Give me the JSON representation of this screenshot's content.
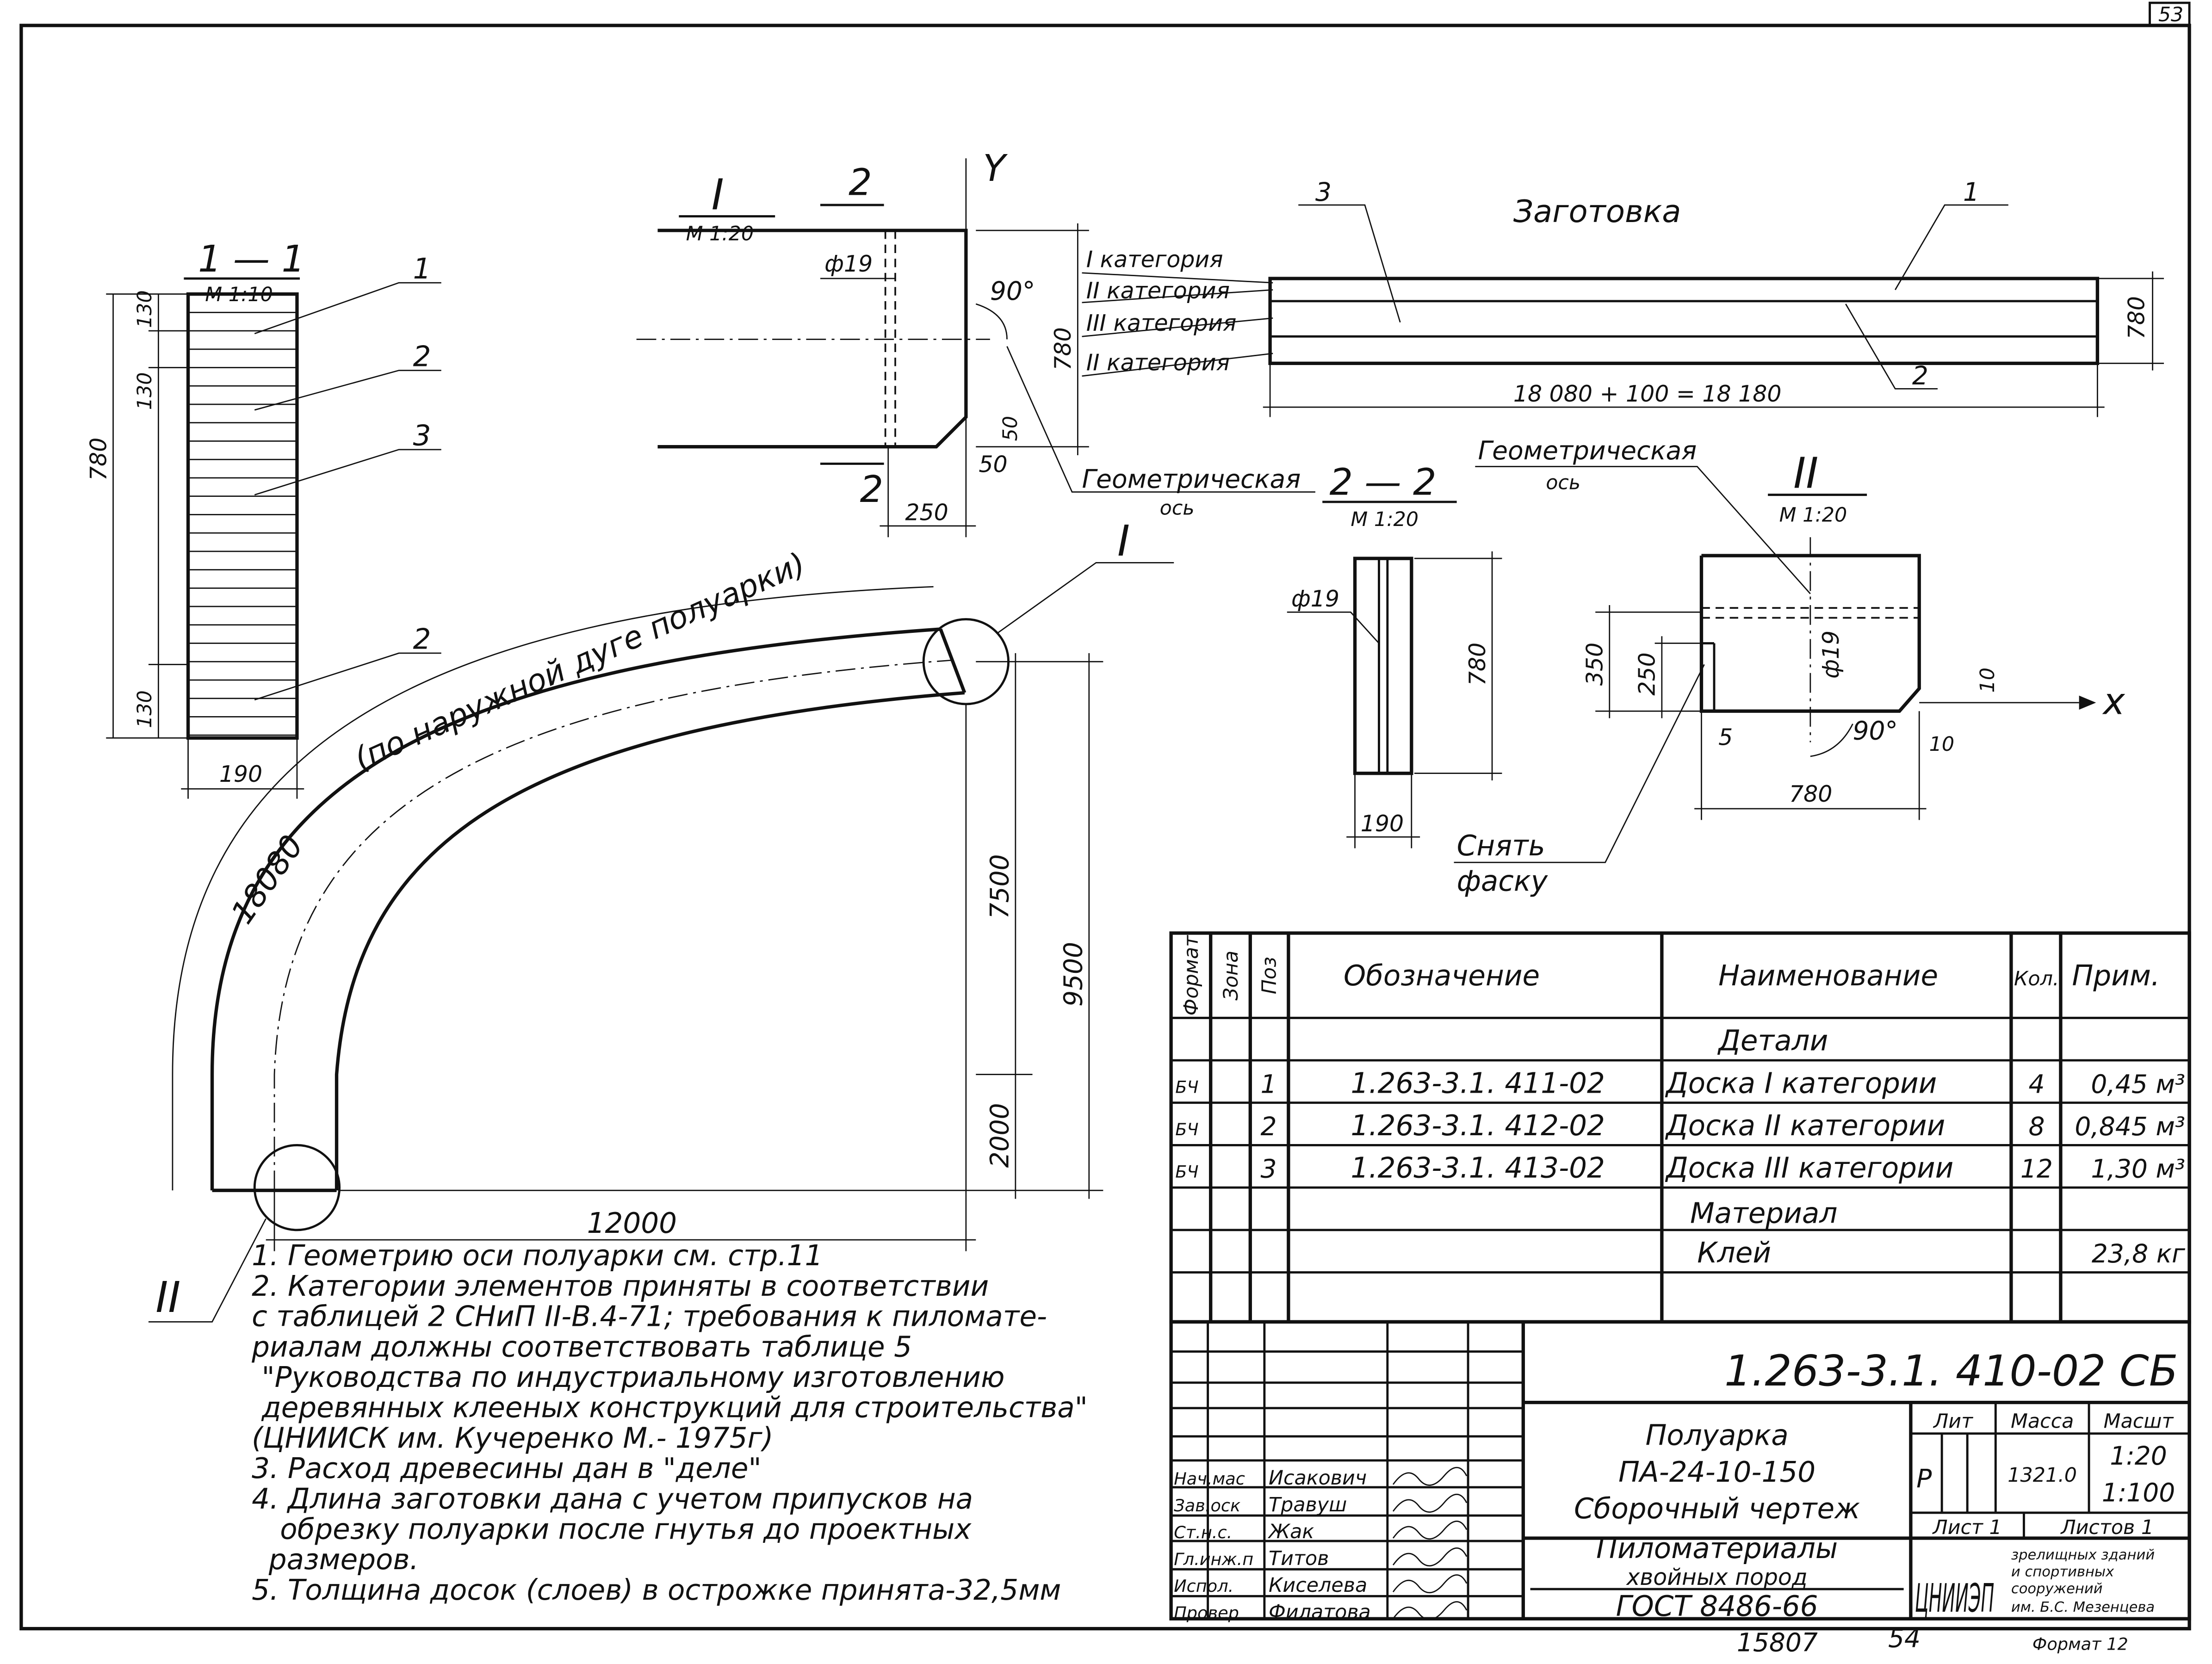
{
  "sheet_number": "53",
  "section_1_1": {
    "title": "1 — 1",
    "scale": "М 1:10",
    "height": "780",
    "top_layer": "130",
    "second_layer": "130",
    "bottom_layer": "130",
    "width": "190",
    "leaders": [
      "1",
      "2",
      "3",
      "2"
    ]
  },
  "view_I": {
    "title": "I",
    "scale": "М 1:20",
    "cut_top": "2",
    "cut_bottom": "2",
    "hole": "ф19",
    "angle": "90°",
    "height": "780",
    "chamfer_v": "50",
    "chamfer_h": "50",
    "width": "250",
    "axis": "Y"
  },
  "blank": {
    "title": "Заготовка",
    "leader_3": "3",
    "leader_1": "1",
    "leader_2": "2",
    "categories": [
      "I категория",
      "II категория",
      "III категория",
      "II категория"
    ],
    "height": "780",
    "length": "18 080 + 100 = 18 180"
  },
  "geom_axis_1": {
    "line1": "Геометрическая",
    "line2": "ось"
  },
  "geom_axis_2": {
    "line1": "Геометрическая",
    "line2": "ось"
  },
  "section_2_2": {
    "title": "2 — 2",
    "scale": "М 1:20",
    "hole": "ф19",
    "height": "780",
    "width": "190"
  },
  "view_II": {
    "title": "II",
    "scale": "М 1:20",
    "dim_350": "350",
    "dim_250": "250",
    "hole": "ф19",
    "dim_5": "5",
    "angle": "90°",
    "dim_10a": "10",
    "dim_10b": "10",
    "width": "780",
    "axis": "x"
  },
  "chamfer_note": {
    "line1": "Снять",
    "line2": "фаску"
  },
  "arch": {
    "arc_length": "18080",
    "arc_note": "(по наружной дуге полуарки)",
    "dim_7500": "7500",
    "dim_9500": "9500",
    "dim_2000": "2000",
    "span": "12000",
    "callout_I": "I",
    "callout_II": "II"
  },
  "notes": [
    "1. Геометрию оси полуарки см. стр.11",
    "2. Категории элементов приняты в соответствии",
    "с таблицей 2 СНиП II-В.4-71; требования к пиломате-",
    "риалам должны соответствовать таблице 5",
    "\"Руководства по индустриальному изготовлению",
    "деревянных клееных конструкций для строительства\"",
    "(ЦНИИСК им. Кучеренко М.- 1975г)",
    "3. Расход древесины дан в \"деле\"",
    "4. Длина заготовки дана с учетом припусков на",
    "обрезку полуарки после гнутья до проектных",
    "размеров.",
    "5. Толщина досок (слоев) в острожке принята-32,5мм"
  ],
  "spec_table": {
    "headers": [
      "Формат",
      "Зона",
      "Поз",
      "Обозначение",
      "Наименование",
      "Кол.",
      "Прим."
    ],
    "section_details": "Детали",
    "rows": [
      {
        "format": "БЧ",
        "pos": "1",
        "designation": "1.263-3.1. 411-02",
        "name": "Доска I категории",
        "qty": "4",
        "note": "0,45 м³"
      },
      {
        "format": "БЧ",
        "pos": "2",
        "designation": "1.263-3.1. 412-02",
        "name": "Доска II категории",
        "qty": "8",
        "note": "0,845 м³"
      },
      {
        "format": "БЧ",
        "pos": "3",
        "designation": "1.263-3.1. 413-02",
        "name": "Доска III категории",
        "qty": "12",
        "note": "1,30 м³"
      }
    ],
    "section_material": "Материал",
    "material": {
      "name": "Клей",
      "note": "23,8 кг"
    }
  },
  "title_block": {
    "designation": "1.263-3.1. 410-02 СБ",
    "name_line1": "Полуарка",
    "name_line2": "ПА-24-10-150",
    "name_line3": "Сборочный чертеж",
    "material_line1": "Пиломатериалы",
    "material_line2": "хвойных пород",
    "material_line3": "ГОСТ 8486-66",
    "lit_label": "Лит",
    "mass_label": "Масса",
    "scale_label": "Масшт",
    "lit": "Р",
    "mass": "1321.0",
    "scale1": "1:20",
    "scale2": "1:100",
    "sheet": "Лист 1",
    "sheets": "Листов 1",
    "org_logo": "ЦНИИЭП",
    "org_line1": "зрелищных зданий",
    "org_line2": "и спортивных",
    "org_line3": "сооружений",
    "org_line4": "им. Б.С. Мезенцева",
    "staff": [
      {
        "role": "Нач.мас",
        "name": "Исакович"
      },
      {
        "role": "Зав.оск",
        "name": "Травуш"
      },
      {
        "role": "Ст.н.с.",
        "name": "Жак"
      },
      {
        "role": "Гл.инж.п",
        "name": "Титов"
      },
      {
        "role": "Испол.",
        "name": "Киселева"
      },
      {
        "role": "Провер",
        "name": "Филатова"
      }
    ]
  },
  "footer": {
    "inventory": "15807",
    "page": "54",
    "format": "Формат 12"
  }
}
